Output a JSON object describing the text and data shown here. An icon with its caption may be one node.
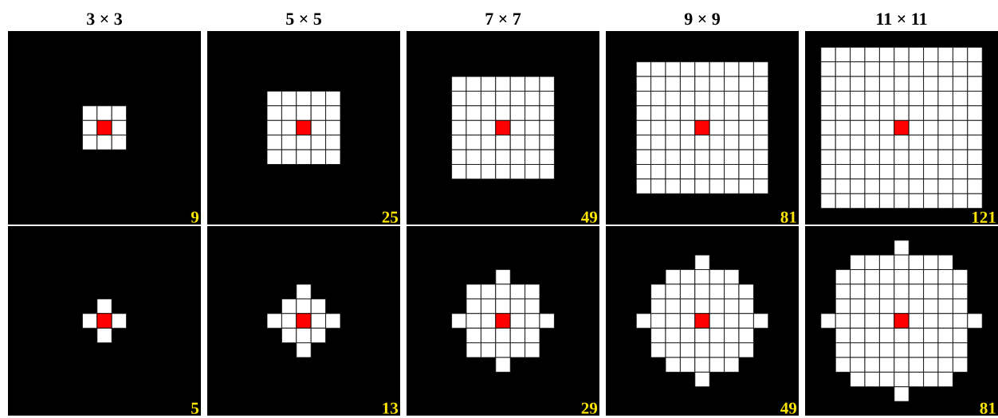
{
  "diagram": {
    "nodes": [
      {
        "text": [
          "9"
        ],
        "beside": [
          "3 × 3"
        ]
      },
      {
        "text": [
          "25"
        ],
        "beside": [
          "5 × 5"
        ]
      },
      {
        "text": [
          "49"
        ],
        "beside": [
          "7 × 7"
        ]
      },
      {
        "text": [
          "81"
        ],
        "beside": [
          "9 × 9"
        ]
      },
      {
        "text": [
          "121"
        ],
        "beside": [
          "11 × 11"
        ]
      },
      {
        "text": [
          "5"
        ]
      },
      {
        "text": [
          "13"
        ]
      },
      {
        "text": [
          "29"
        ]
      },
      {
        "text": [
          "49"
        ]
      },
      {
        "text": [
          "81"
        ]
      }
    ]
  }
}
